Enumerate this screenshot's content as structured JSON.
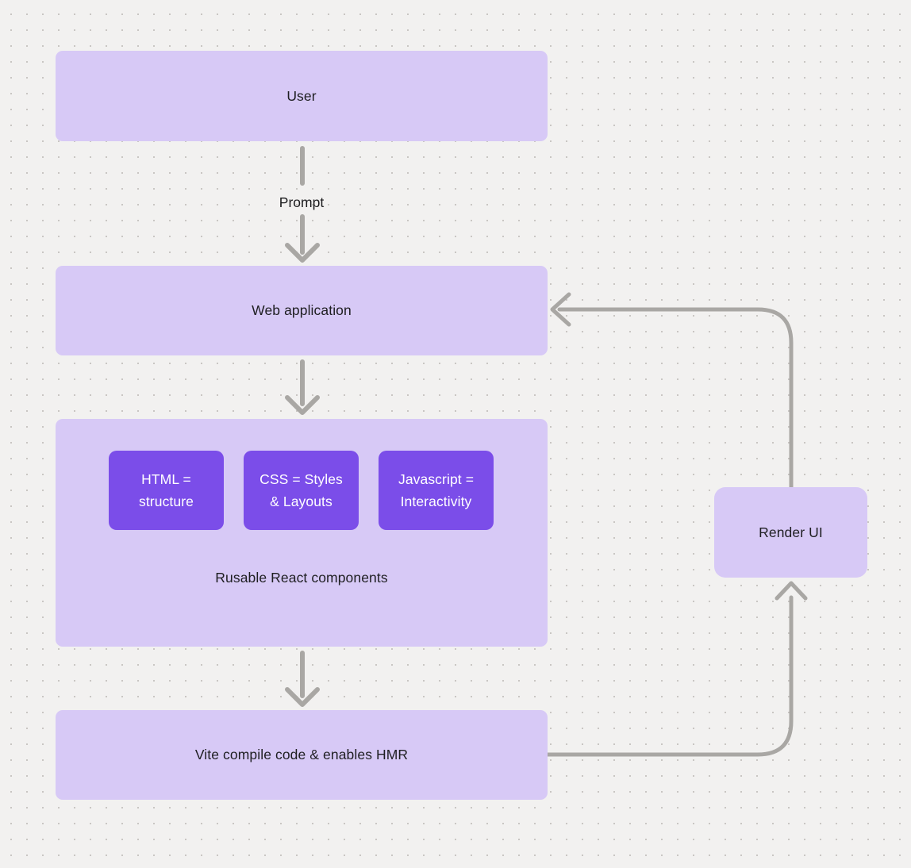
{
  "diagram": {
    "background": {
      "color": "#f2f1f0",
      "dot_color": "#c9c6c3"
    },
    "palette": {
      "node_fill": "#d7c9f6",
      "chip_fill": "#7b4de9",
      "arrow_color": "#a9a7a4",
      "text_dark": "#1e1e21",
      "text_light": "#ffffff"
    },
    "nodes": {
      "user": {
        "label": "User"
      },
      "web_application": {
        "label": "Web application"
      },
      "components": {
        "caption": "Rusable React components",
        "chips": [
          {
            "label": "HTML = structure"
          },
          {
            "label": "CSS = Styles & Layouts"
          },
          {
            "label": "Javascript = Interactivity"
          }
        ]
      },
      "vite": {
        "label": "Vite compile code & enables HMR"
      },
      "render_ui": {
        "label": "Render UI"
      }
    },
    "edges": {
      "prompt_label": "Prompt"
    }
  }
}
